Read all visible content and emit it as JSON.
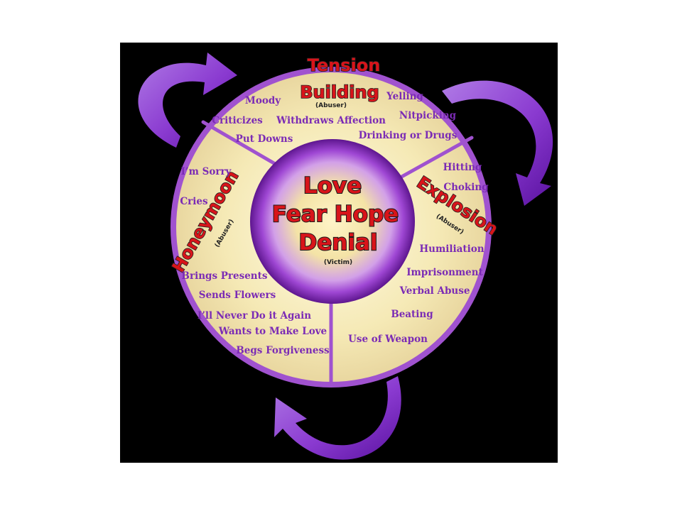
{
  "center": {
    "lines": [
      "Love",
      "Fear Hope",
      "Denial"
    ],
    "sub": "(Victim)"
  },
  "segments": {
    "tension": {
      "title_lines": [
        "Tension",
        "Building"
      ],
      "sub": "(Abuser)",
      "items": [
        "Moody",
        "Yelling",
        "Criticizes",
        "Withdraws Affection",
        "Nitpicking",
        "Put Downs",
        "Drinking or Drugs"
      ]
    },
    "explosion": {
      "title": "Explosion",
      "sub": "(Abuser)",
      "items": [
        "Hitting",
        "Choking",
        "Humiliation",
        "Imprisonment",
        "Verbal Abuse",
        "Beating",
        "Use of Weapon"
      ]
    },
    "honeymoon": {
      "title": "Honeymoon",
      "sub": "(Abuser)",
      "items": [
        "I’m Sorry",
        "Cries",
        "Brings Presents",
        "Sends Flowers",
        "I’ll Never Do it Again",
        "Wants to Make Love",
        "Begs Forgiveness"
      ]
    }
  },
  "colors": {
    "background_frame": "#000000",
    "ring_outer": "#9b4fc8",
    "wheel_fill": "#f4e7b2",
    "center_glow": "#8a2fc0",
    "arrows": "#8d3fd0",
    "item_text": "#7b2bb5",
    "title_text": "#d8141a"
  }
}
